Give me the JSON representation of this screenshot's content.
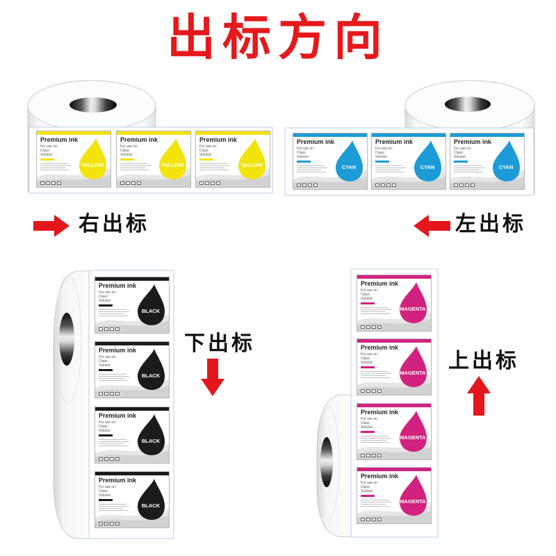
{
  "title": "出标方向",
  "colors": {
    "title": "#e5191c",
    "arrow": "#e3171b",
    "liner_border": "#b7cfe6"
  },
  "label": {
    "header": "Premium ink",
    "fields": [
      "For use on:",
      "Class:",
      "Volume:"
    ]
  },
  "panels": [
    {
      "direction_text": "右出标",
      "arrow_icon": "arrow-right-icon",
      "ink": "YELLOW",
      "ink_color": "#f3e30d"
    },
    {
      "direction_text": "左出标",
      "arrow_icon": "arrow-left-icon",
      "ink": "CYAN",
      "ink_color": "#1c9bd7"
    },
    {
      "direction_text": "下出标",
      "arrow_icon": "arrow-down-icon",
      "ink": "BLACK",
      "ink_color": "#1b1b1b"
    },
    {
      "direction_text": "上出标",
      "arrow_icon": "arrow-up-icon",
      "ink": "MAGENTA",
      "ink_color": "#d2227f"
    }
  ]
}
